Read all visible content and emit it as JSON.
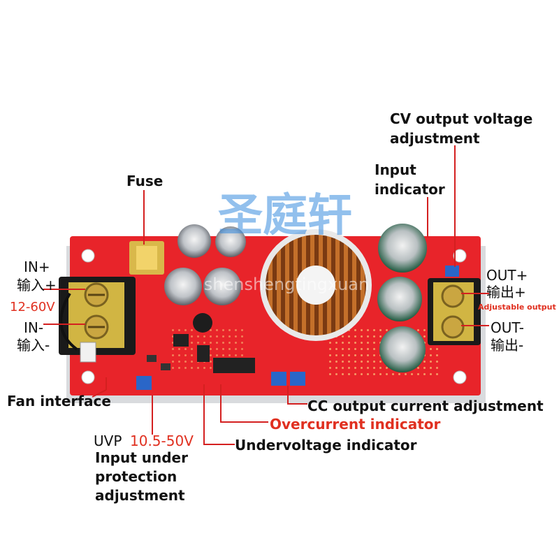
{
  "labels": {
    "cv_line1": "CV output voltage",
    "cv_line2": "adjustment",
    "input_ind_line1": "Input",
    "input_ind_line2": "indicator",
    "fuse": "Fuse",
    "in_plus": "IN+",
    "in_plus_cn": "输入+",
    "input_range": "12-60V",
    "in_minus": "IN-",
    "in_minus_cn": "输入-",
    "fan_interface": "Fan interface",
    "uvp": "UVP",
    "uvp_range": "10.5-50V",
    "uvp_desc_1": "Input under",
    "uvp_desc_2": "protection",
    "uvp_desc_3": "adjustment",
    "out_plus": "OUT+",
    "out_plus_cn": "输出+",
    "adjustable_output": "Adjustable output",
    "out_minus": "OUT-",
    "out_minus_cn": "输出-",
    "cc_adjust": "CC output current adjustment",
    "overcurrent": "Overcurrent indicator",
    "undervoltage": "Undervoltage indicator"
  },
  "watermark": {
    "text": "圣庭轩",
    "subtext": "shenshengtingxuan"
  },
  "colors": {
    "label_text": "#111111",
    "accent_red": "#e03020",
    "pcb_red": "#e8242a",
    "leader_line": "#d42020",
    "watermark": "#3a8de0"
  }
}
